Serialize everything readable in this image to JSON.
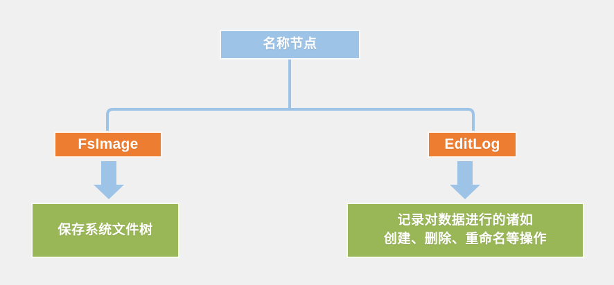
{
  "diagram": {
    "title_node": {
      "label": "名称节点",
      "color": "#9dc3e6"
    },
    "branches": [
      {
        "label": "FsImage",
        "color": "#ed7d31",
        "arrow_color": "#9dc3e6",
        "description_line_1": "保存系统文件树",
        "description_line_2": "",
        "description_color": "#9ab757"
      },
      {
        "label": "EditLog",
        "color": "#ed7d31",
        "arrow_color": "#9dc3e6",
        "description_line_1": "记录对数据进行的诸如",
        "description_line_2": "创建、删除、重命名等操作",
        "description_color": "#9ab757"
      }
    ],
    "connector_color": "#9dc3e6",
    "background_color": "#f0f0f0"
  }
}
